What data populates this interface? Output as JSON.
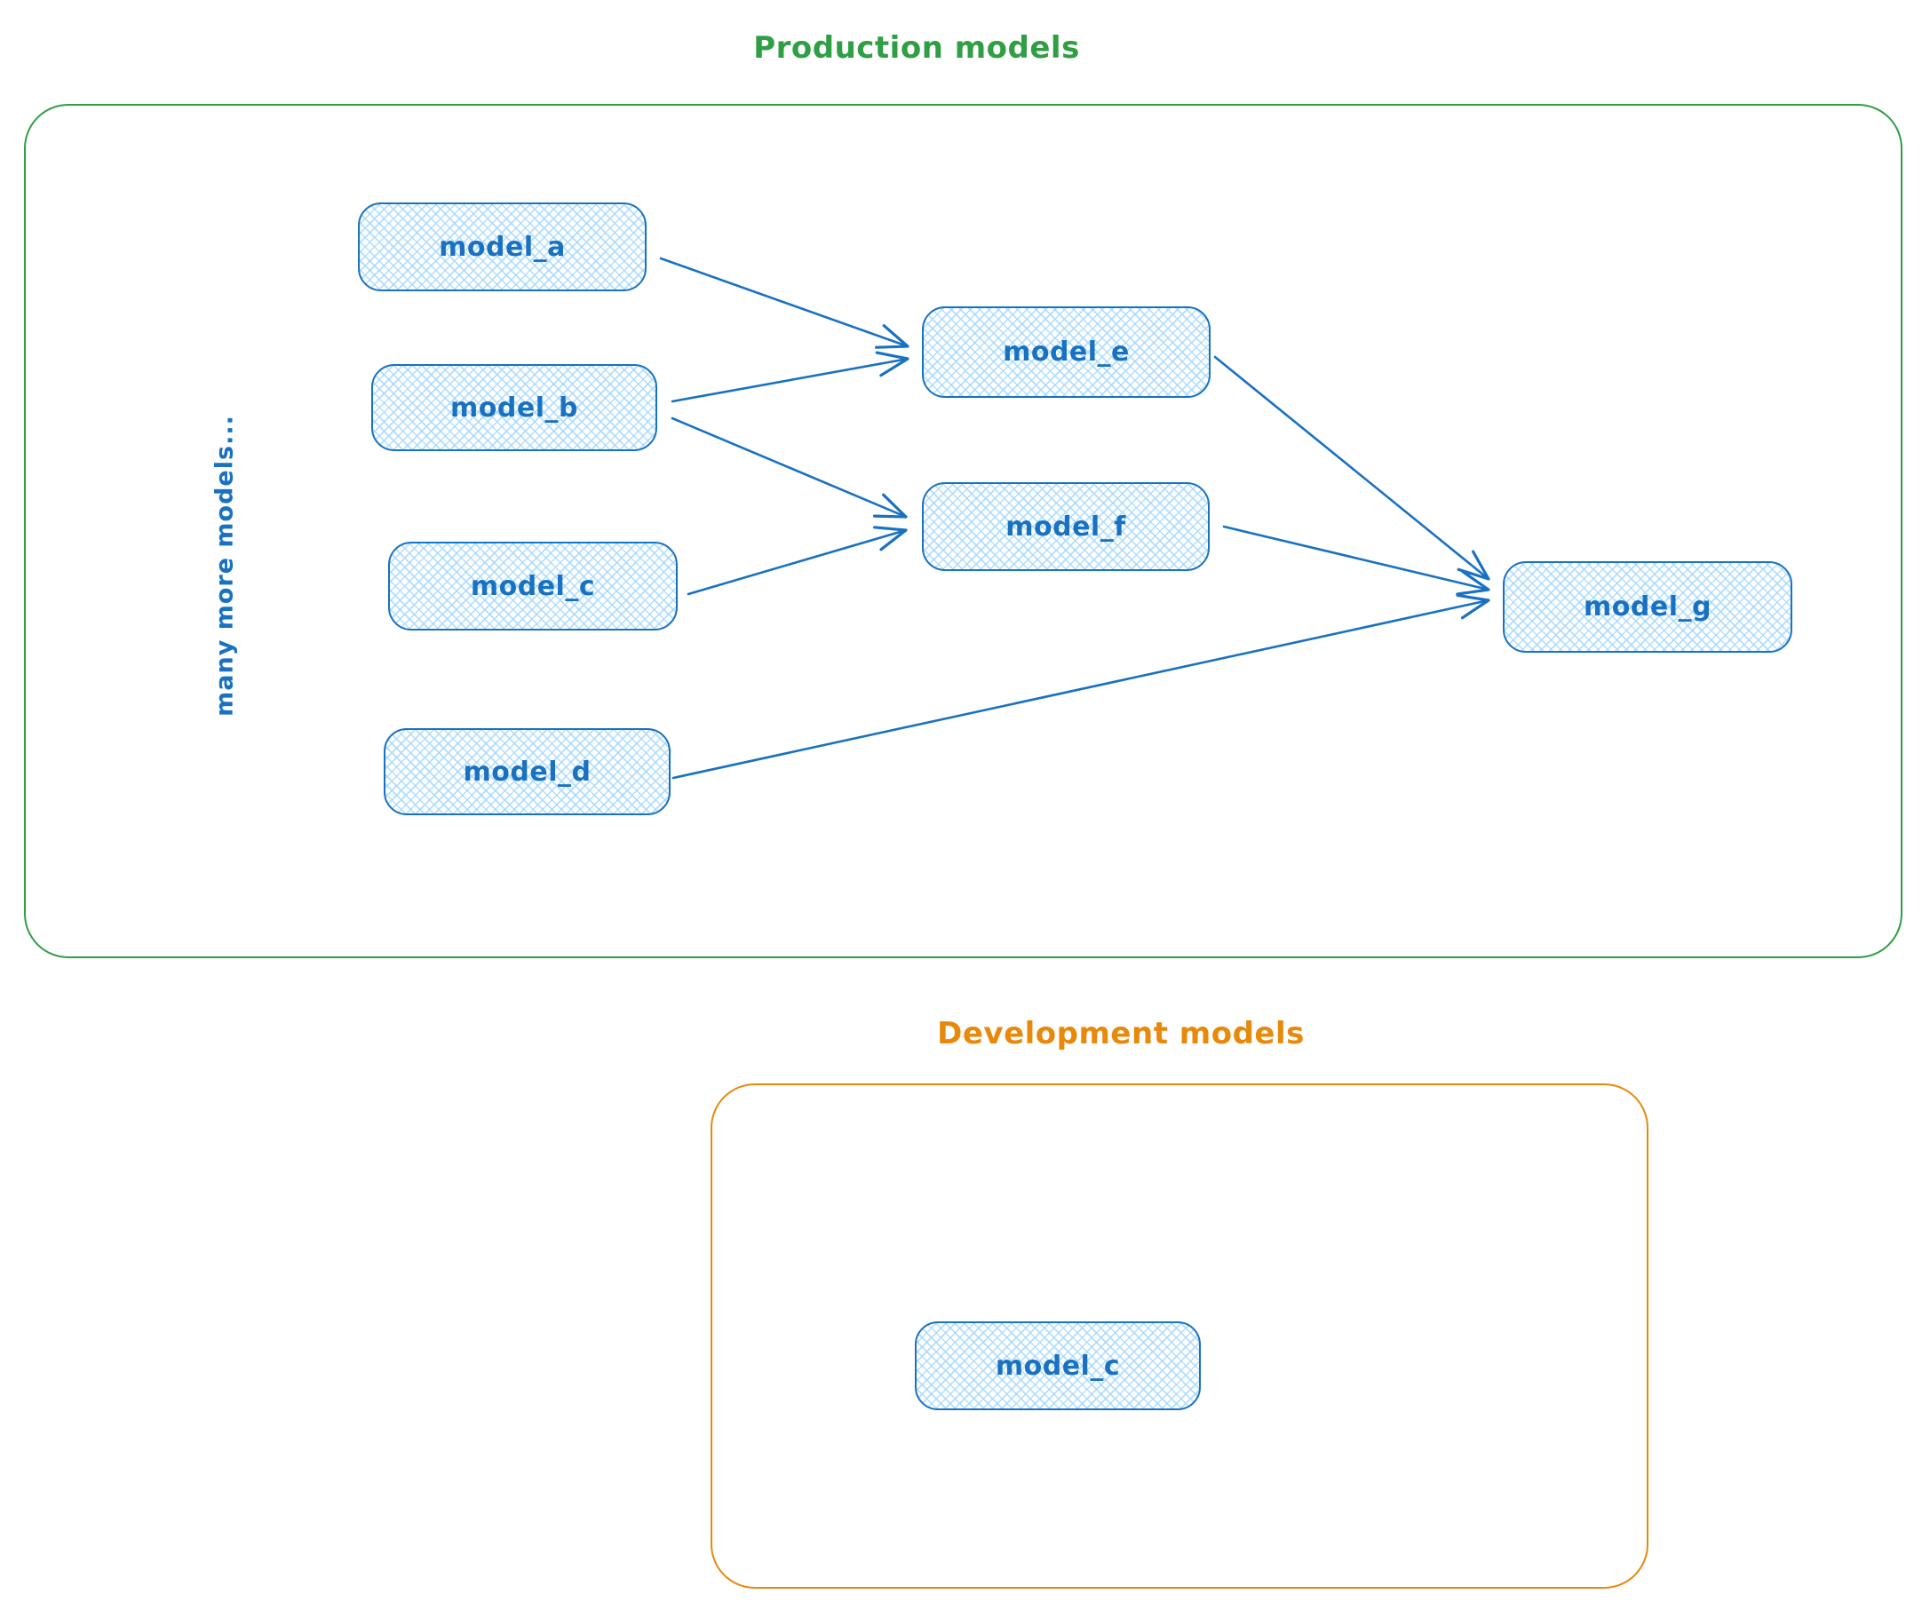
{
  "production": {
    "title": "Production models",
    "side_label": "many more models...",
    "nodes": [
      {
        "id": "model_a",
        "label": "model_a"
      },
      {
        "id": "model_b",
        "label": "model_b"
      },
      {
        "id": "model_c",
        "label": "model_c"
      },
      {
        "id": "model_d",
        "label": "model_d"
      },
      {
        "id": "model_e",
        "label": "model_e"
      },
      {
        "id": "model_f",
        "label": "model_f"
      },
      {
        "id": "model_g",
        "label": "model_g"
      }
    ],
    "edges": [
      {
        "from": "model_a",
        "to": "model_e"
      },
      {
        "from": "model_b",
        "to": "model_e"
      },
      {
        "from": "model_b",
        "to": "model_f"
      },
      {
        "from": "model_c",
        "to": "model_f"
      },
      {
        "from": "model_e",
        "to": "model_g"
      },
      {
        "from": "model_f",
        "to": "model_g"
      },
      {
        "from": "model_d",
        "to": "model_g"
      }
    ]
  },
  "development": {
    "title": "Development models",
    "nodes": [
      {
        "id": "model_c",
        "label": "model_c"
      }
    ]
  },
  "colors": {
    "node_stroke": "#1971c2",
    "node_fill_hatch": "#a5d8ff",
    "production_frame": "#2f9e44",
    "development_frame": "#e8890c",
    "background": "#ffffff"
  }
}
